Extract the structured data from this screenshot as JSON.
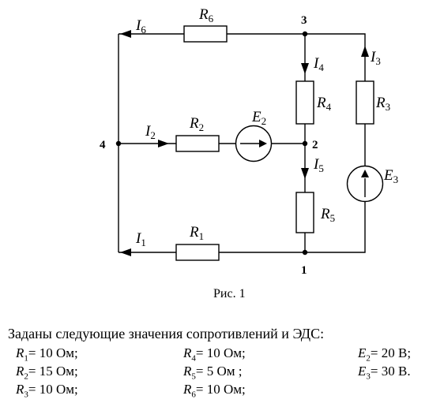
{
  "circuit": {
    "nodes": [
      "1",
      "2",
      "3",
      "4"
    ],
    "resistors": [
      "R",
      "R",
      "R",
      "R",
      "R",
      "R"
    ],
    "resistor_indices": [
      "1",
      "2",
      "3",
      "4",
      "5",
      "6"
    ],
    "sources": [
      "E",
      "E"
    ],
    "source_indices": [
      "2",
      "3"
    ],
    "currents": [
      "I",
      "I",
      "I",
      "I",
      "I",
      "I"
    ],
    "current_indices": [
      "1",
      "2",
      "3",
      "4",
      "5",
      "6"
    ]
  },
  "caption": "Рис. 1",
  "given_heading": "Заданы следующие значения сопротивлений и ЭДС:",
  "values": [
    {
      "sym": "R",
      "idx": "1",
      "text": "= 10 Ом;"
    },
    {
      "sym": "R",
      "idx": "4",
      "text": "= 10 Ом;"
    },
    {
      "sym": "E",
      "idx": "2",
      "text": "= 20 В;"
    },
    {
      "sym": "R",
      "idx": "2",
      "text": "= 15 Ом;"
    },
    {
      "sym": "R",
      "idx": "5",
      "text": "= 5 Ом ;"
    },
    {
      "sym": "E",
      "idx": "3",
      "text": "= 30 В."
    },
    {
      "sym": "R",
      "idx": "3",
      "text": "= 10 Ом;"
    },
    {
      "sym": "R",
      "idx": "6",
      "text": "= 10 Ом;"
    }
  ]
}
